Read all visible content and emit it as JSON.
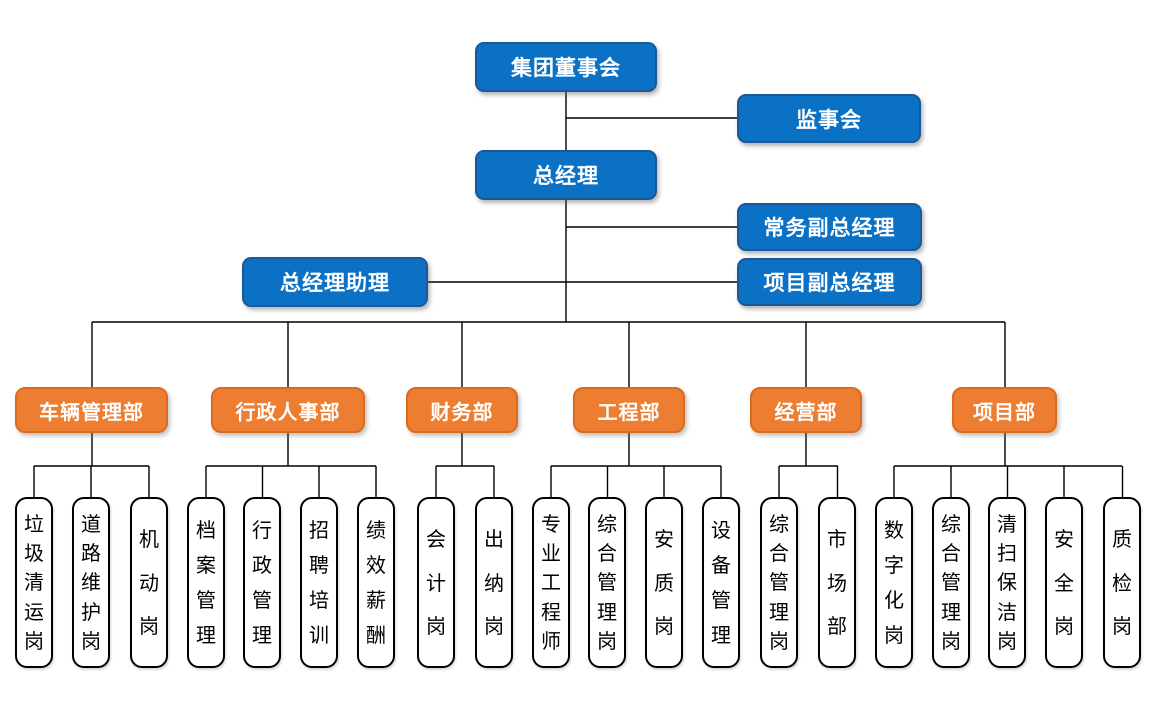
{
  "chart": {
    "board": "集团董事会",
    "supervisory": "监事会",
    "general_manager": "总经理",
    "executive_deputy_gm": "常务副总经理",
    "gm_assistant": "总经理助理",
    "project_deputy_gm": "项目副总经理"
  },
  "departments": [
    {
      "label": "车辆管理部",
      "children": [
        "垃圾清运岗",
        "道路维护岗",
        "机动岗"
      ]
    },
    {
      "label": "行政人事部",
      "children": [
        "档案管理",
        "行政管理",
        "招聘培训",
        "绩效薪酬"
      ]
    },
    {
      "label": "财务部",
      "children": [
        "会计岗",
        "出纳岗"
      ]
    },
    {
      "label": "工程部",
      "children": [
        "专业工程师",
        "综合管理岗",
        "安质岗",
        "设备管理"
      ]
    },
    {
      "label": "经营部",
      "children": [
        "综合管理岗",
        "市场部"
      ]
    },
    {
      "label": "项目部",
      "children": [
        "数字化岗",
        "综合管理岗",
        "清扫保洁岗",
        "安全岗",
        "质检岗"
      ]
    }
  ],
  "colors": {
    "node_blue": "#0A71C5",
    "node_blue_border": "#1D5795",
    "dept_orange": "#ED7D31",
    "dept_orange_border": "#DE6B1C",
    "leaf_background": "#FFFFFF",
    "leaf_border": "#000000",
    "connector": "#000000",
    "text_on_color": "#FFFFFF",
    "leaf_text": "#000000"
  }
}
